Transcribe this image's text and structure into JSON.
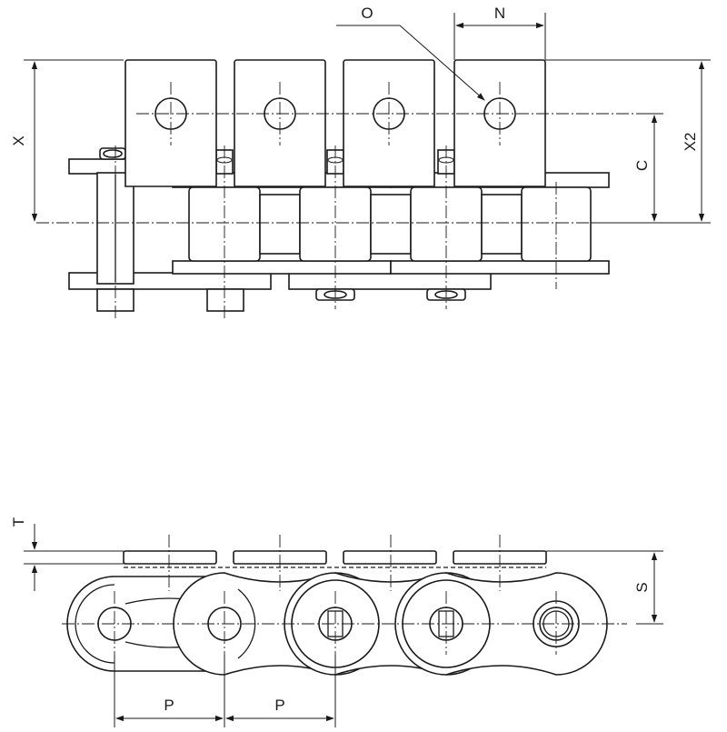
{
  "labels": {
    "O": "O",
    "N": "N",
    "X": "X",
    "C": "C",
    "X2": "X2",
    "T": "T",
    "S": "S",
    "P_left": "P",
    "P_right": "P"
  }
}
